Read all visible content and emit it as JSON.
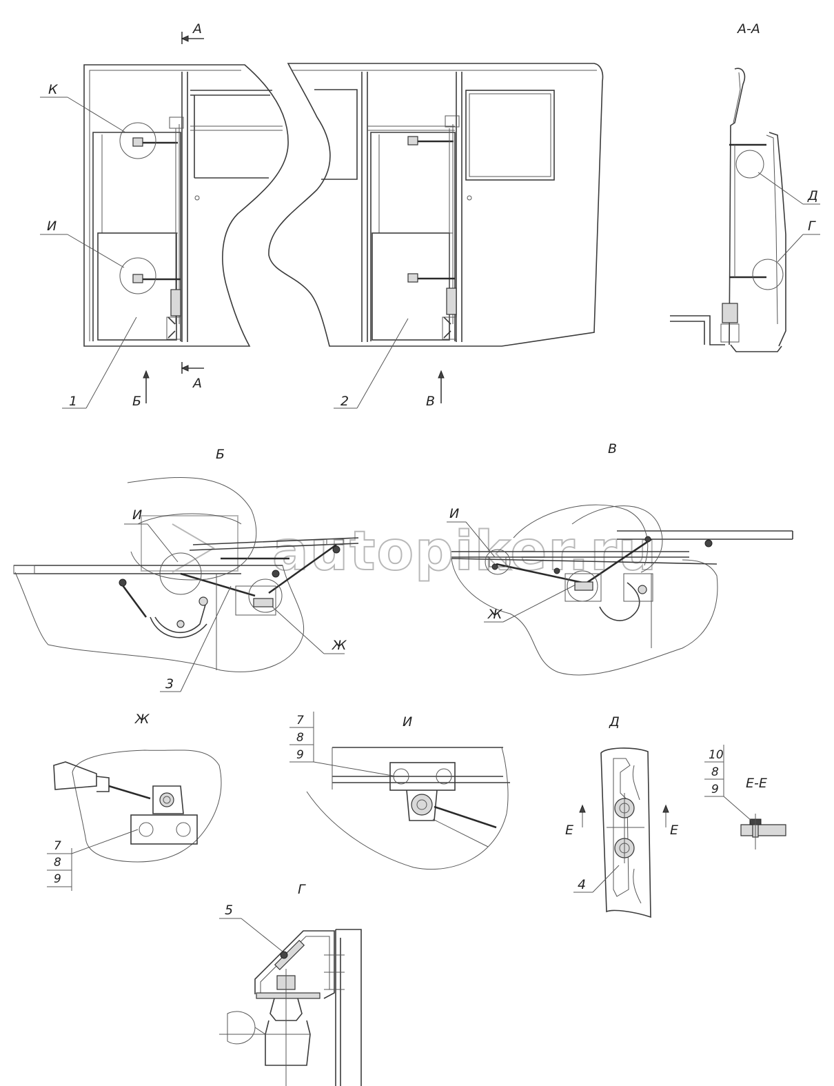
{
  "watermark": "autopiker.ru",
  "views": {
    "main_section_mark_top": "А",
    "main_section_mark_bottom": "А",
    "view_b_arrow": "Б",
    "view_v_arrow": "В",
    "section_aa_title": "А-А",
    "view_b_title": "Б",
    "view_v_title": "В",
    "detail_zh_title": "Ж",
    "detail_i_title": "И",
    "detail_d_title": "Д",
    "section_ee_title": "Е-Е",
    "detail_g_title": "Г"
  },
  "callouts": {
    "k": "К",
    "i_main": "И",
    "pos1": "1",
    "pos2": "2",
    "d": "Д",
    "g": "Г",
    "i_view_b": "И",
    "zh_view_b": "Ж",
    "pos3": "3",
    "i_view_v": "И",
    "zh_view_v": "Ж",
    "e_left": "Е",
    "e_right": "Е",
    "pos4": "4",
    "pos5": "5"
  },
  "stacks": {
    "zh": [
      "7",
      "8",
      "9"
    ],
    "i": [
      "7",
      "8",
      "9"
    ],
    "ee": [
      "10",
      "8",
      "9"
    ]
  }
}
